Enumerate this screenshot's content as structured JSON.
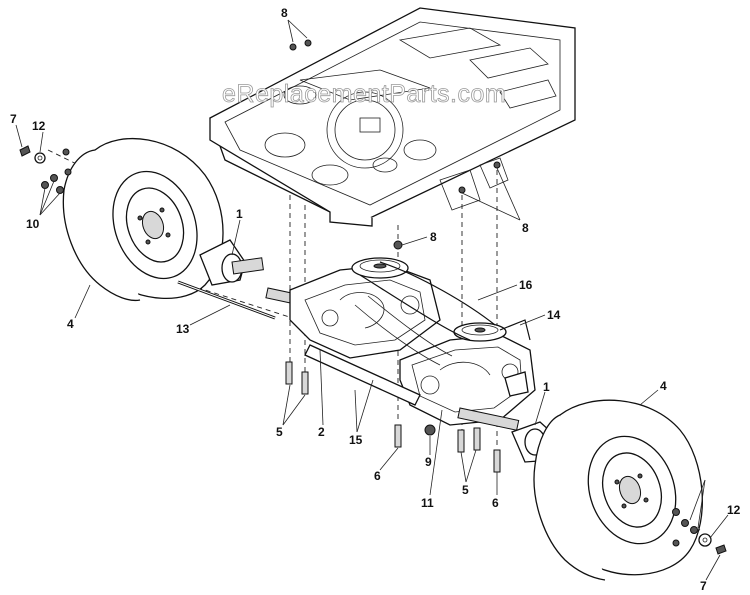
{
  "watermark": "eReplacementParts.com",
  "callouts": {
    "c1_left": "1",
    "c1_right": "1",
    "c2": "2",
    "c4_left": "4",
    "c4_right": "4",
    "c5_left": "5",
    "c5_right": "5",
    "c6_left": "6",
    "c6_right": "6",
    "c7_left": "7",
    "c7_right": "7",
    "c8_top": "8",
    "c8_mid": "8",
    "c8_right": "8",
    "c9": "9",
    "c10": "10",
    "c11": "11",
    "c12_left": "12",
    "c12_right": "12",
    "c13": "13",
    "c14": "14",
    "c15": "15",
    "c16": "16"
  }
}
